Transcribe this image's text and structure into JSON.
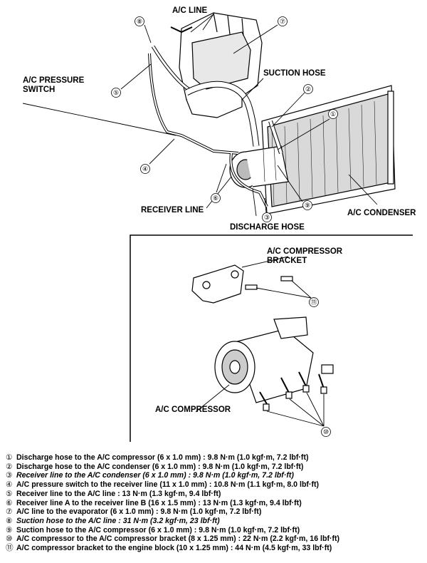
{
  "labels": {
    "ac_line": "A/C LINE",
    "ac_pressure_switch_1": "A/C PRESSURE",
    "ac_pressure_switch_2": "SWITCH",
    "suction_hose": "SUCTION HOSE",
    "receiver_line": "RECEIVER LINE",
    "discharge_hose": "DISCHARGE HOSE",
    "ac_condenser": "A/C CONDENSER",
    "compressor_bracket_1": "A/C COMPRESSOR",
    "compressor_bracket_2": "BRACKET",
    "ac_compressor": "A/C COMPRESSOR"
  },
  "callouts": [
    "①",
    "②",
    "③",
    "④",
    "⑤",
    "⑥",
    "⑦",
    "⑧",
    "⑨",
    "⑩",
    "⑪"
  ],
  "legend": [
    {
      "num": "①",
      "text": "Discharge hose to the A/C compressor (6 x 1.0 mm) : 9.8 N·m (1.0 kgf·m, 7.2 lbf·ft)",
      "italic": false
    },
    {
      "num": "②",
      "text": "Discharge hose to the A/C condenser (6 x 1.0 mm) : 9.8 N·m (1.0 kgf·m, 7.2 lbf·ft)",
      "italic": false
    },
    {
      "num": "③",
      "text": "Receiver line to the A/C condenser (6 x 1.0 mm) : 9.8 N·m (1.0 kgf·m, 7.2 lbf·ft)",
      "italic": true
    },
    {
      "num": "④",
      "text": "A/C pressure switch to the receiver line (11 x 1.0 mm) : 10.8 N·m (1.1 kgf·m, 8.0 lbf·ft)",
      "italic": false
    },
    {
      "num": "⑤",
      "text": "Receiver line to the A/C line : 13 N·m (1.3 kgf·m, 9.4 lbf·ft)",
      "italic": false
    },
    {
      "num": "⑥",
      "text": "Receiver line A to the receiver line B (16 x 1.5 mm) : 13 N·m (1.3 kgf·m, 9.4 lbf·ft)",
      "italic": false
    },
    {
      "num": "⑦",
      "text": "A/C line to the evaporator (6 x 1.0 mm) : 9.8 N·m (1.0 kgf·m, 7.2 lbf·ft)",
      "italic": false
    },
    {
      "num": "⑧",
      "text": "Suction hose to the A/C line : 31 N·m (3.2 kgf·m, 23 lbf·ft)",
      "italic": true
    },
    {
      "num": "⑨",
      "text": "Suction hose to the A/C compressor (6 x 1.0 mm) : 9.8 N·m (1.0 kgf·m, 7.2 lbf·ft)",
      "italic": false
    },
    {
      "num": "⑩",
      "text": "A/C compressor to the A/C compressor bracket (8 x 1.25 mm) : 22 N·m (2.2 kgf·m, 16 lbf·ft)",
      "italic": false
    },
    {
      "num": "⑪",
      "text": "A/C compressor bracket to the engine block (10 x 1.25 mm) : 44 N·m (4.5 kgf·m, 33 lbf·ft)",
      "italic": false
    }
  ]
}
